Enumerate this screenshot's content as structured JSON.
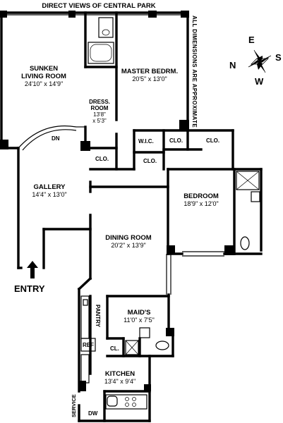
{
  "header": {
    "views_label": "DIRECT VIEWS OF CENTRAL PARK"
  },
  "side_note": "ALL DIMENSIONS ARE APPROXIMATE",
  "compass": {
    "n": "N",
    "e": "E",
    "s": "S",
    "w": "W"
  },
  "entry_label": "ENTRY",
  "service_label": "SERVICE",
  "rooms": {
    "living": {
      "name_1": "SUNKEN",
      "name_2": "LIVING ROOM",
      "dims": "24'10\" x 14'9\""
    },
    "master": {
      "name": "MASTER BEDRM.",
      "dims": "20'5\" x 13'0\""
    },
    "dressing": {
      "name_1": "DRESS.",
      "name_2": "ROOM",
      "dims_1": "13'8\"",
      "dims_2": "x 5'3\""
    },
    "gallery": {
      "name": "GALLERY",
      "dims": "14'4\" x 13'0\""
    },
    "bedroom": {
      "name": "BEDROOM",
      "dims": "18'9\" x 12'0\""
    },
    "dining": {
      "name": "DINING ROOM",
      "dims": "20'2\" x 13'9\""
    },
    "maids": {
      "name": "MAID'S",
      "dims": "11'0\" x 7'5\""
    },
    "kitchen": {
      "name": "KITCHEN",
      "dims": "13'4\" x 9'4\""
    }
  },
  "labels": {
    "dn": "DN",
    "clo": "CLO.",
    "wic": "W.I.C.",
    "pantry": "PANTRY",
    "ref": "REF",
    "cl": "CL.",
    "dw": "DW"
  }
}
